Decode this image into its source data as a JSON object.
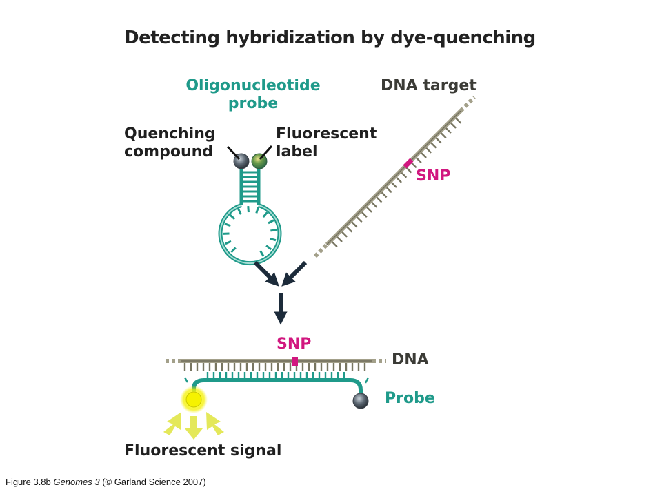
{
  "title": "Detecting hybridization by dye-quenching",
  "labels": {
    "probe_line1": "Oligonucleotide",
    "probe_line2": "probe",
    "dna_target": "DNA target",
    "quenching_line1": "Quenching",
    "quenching_line2": "compound",
    "fluorescent_line1": "Fluorescent",
    "fluorescent_line2": "label",
    "snp_top": "SNP",
    "snp_bottom": "SNP",
    "dna": "DNA",
    "probe": "Probe",
    "signal": "Fluorescent signal"
  },
  "caption": {
    "prefix": "Figure 3.8b",
    "book": "Genomes 3",
    "suffix": "(© Garland Science 2007)"
  },
  "colors": {
    "teal": "#1f9a8a",
    "dna_gray": "#a3a08a",
    "snp": "#d1177f",
    "arrow": "#1c2b3a",
    "quencher": "#4a5560",
    "fluor_off": "#3f8e55",
    "glow": "#f0f000"
  },
  "icons": [
    "quencher-sphere-icon",
    "fluorophore-sphere-icon",
    "glowing-fluorophore-icon",
    "arrow-icon"
  ]
}
